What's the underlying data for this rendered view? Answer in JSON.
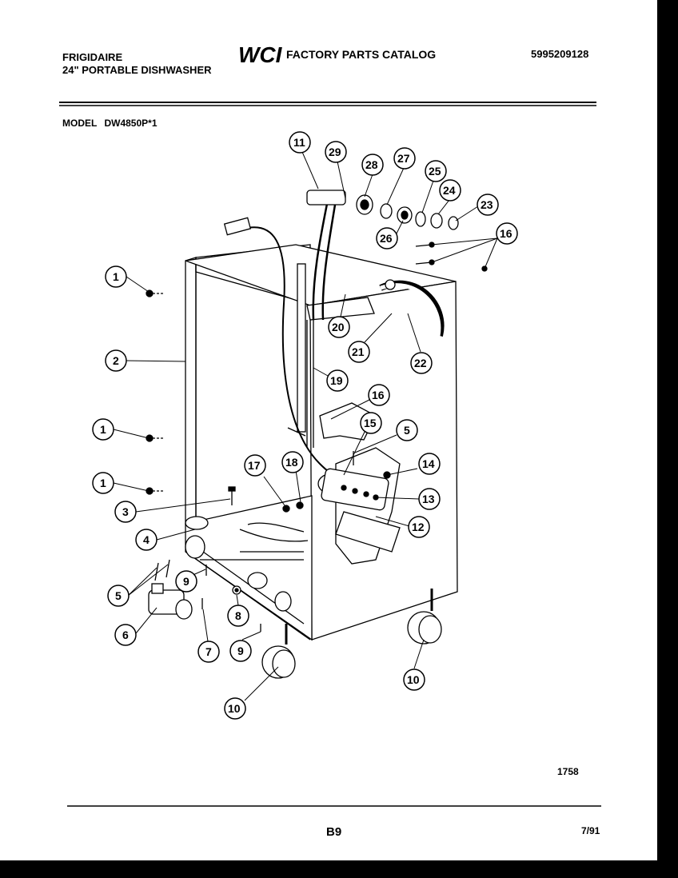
{
  "header": {
    "brand": "FRIGIDAIRE",
    "product": "24\" PORTABLE DISHWASHER",
    "logo_text": "WCI",
    "catalog_title": "FACTORY PARTS CATALOG",
    "part_number": "5995209128"
  },
  "model": {
    "label": "MODEL",
    "value": "DW4850P*1"
  },
  "callouts": [
    {
      "id": "c1a",
      "label": "1"
    },
    {
      "id": "c2",
      "label": "2"
    },
    {
      "id": "c1b",
      "label": "1"
    },
    {
      "id": "c1c",
      "label": "1"
    },
    {
      "id": "c3",
      "label": "3"
    },
    {
      "id": "c4",
      "label": "4"
    },
    {
      "id": "c5a",
      "label": "5"
    },
    {
      "id": "c6",
      "label": "6"
    },
    {
      "id": "c7",
      "label": "7"
    },
    {
      "id": "c8",
      "label": "8"
    },
    {
      "id": "c9a",
      "label": "9"
    },
    {
      "id": "c9b",
      "label": "9"
    },
    {
      "id": "c10a",
      "label": "10"
    },
    {
      "id": "c10b",
      "label": "10"
    },
    {
      "id": "c11",
      "label": "11"
    },
    {
      "id": "c29",
      "label": "29"
    },
    {
      "id": "c28a",
      "label": "28"
    },
    {
      "id": "c27",
      "label": "27"
    },
    {
      "id": "c25",
      "label": "25"
    },
    {
      "id": "c24",
      "label": "24"
    },
    {
      "id": "c23",
      "label": "23"
    },
    {
      "id": "c26",
      "label": "26"
    },
    {
      "id": "c16a",
      "label": "16"
    },
    {
      "id": "c20",
      "label": "20"
    },
    {
      "id": "c21",
      "label": "21"
    },
    {
      "id": "c22",
      "label": "22"
    },
    {
      "id": "c19",
      "label": "19"
    },
    {
      "id": "c16b",
      "label": "16"
    },
    {
      "id": "c15",
      "label": "15"
    },
    {
      "id": "c5b",
      "label": "5"
    },
    {
      "id": "c14",
      "label": "14"
    },
    {
      "id": "c17",
      "label": "17"
    },
    {
      "id": "c18",
      "label": "18"
    },
    {
      "id": "c13",
      "label": "13"
    },
    {
      "id": "c12",
      "label": "12"
    }
  ],
  "footer": {
    "figure_number": "1758",
    "page_id": "B9",
    "date": "7/91"
  }
}
